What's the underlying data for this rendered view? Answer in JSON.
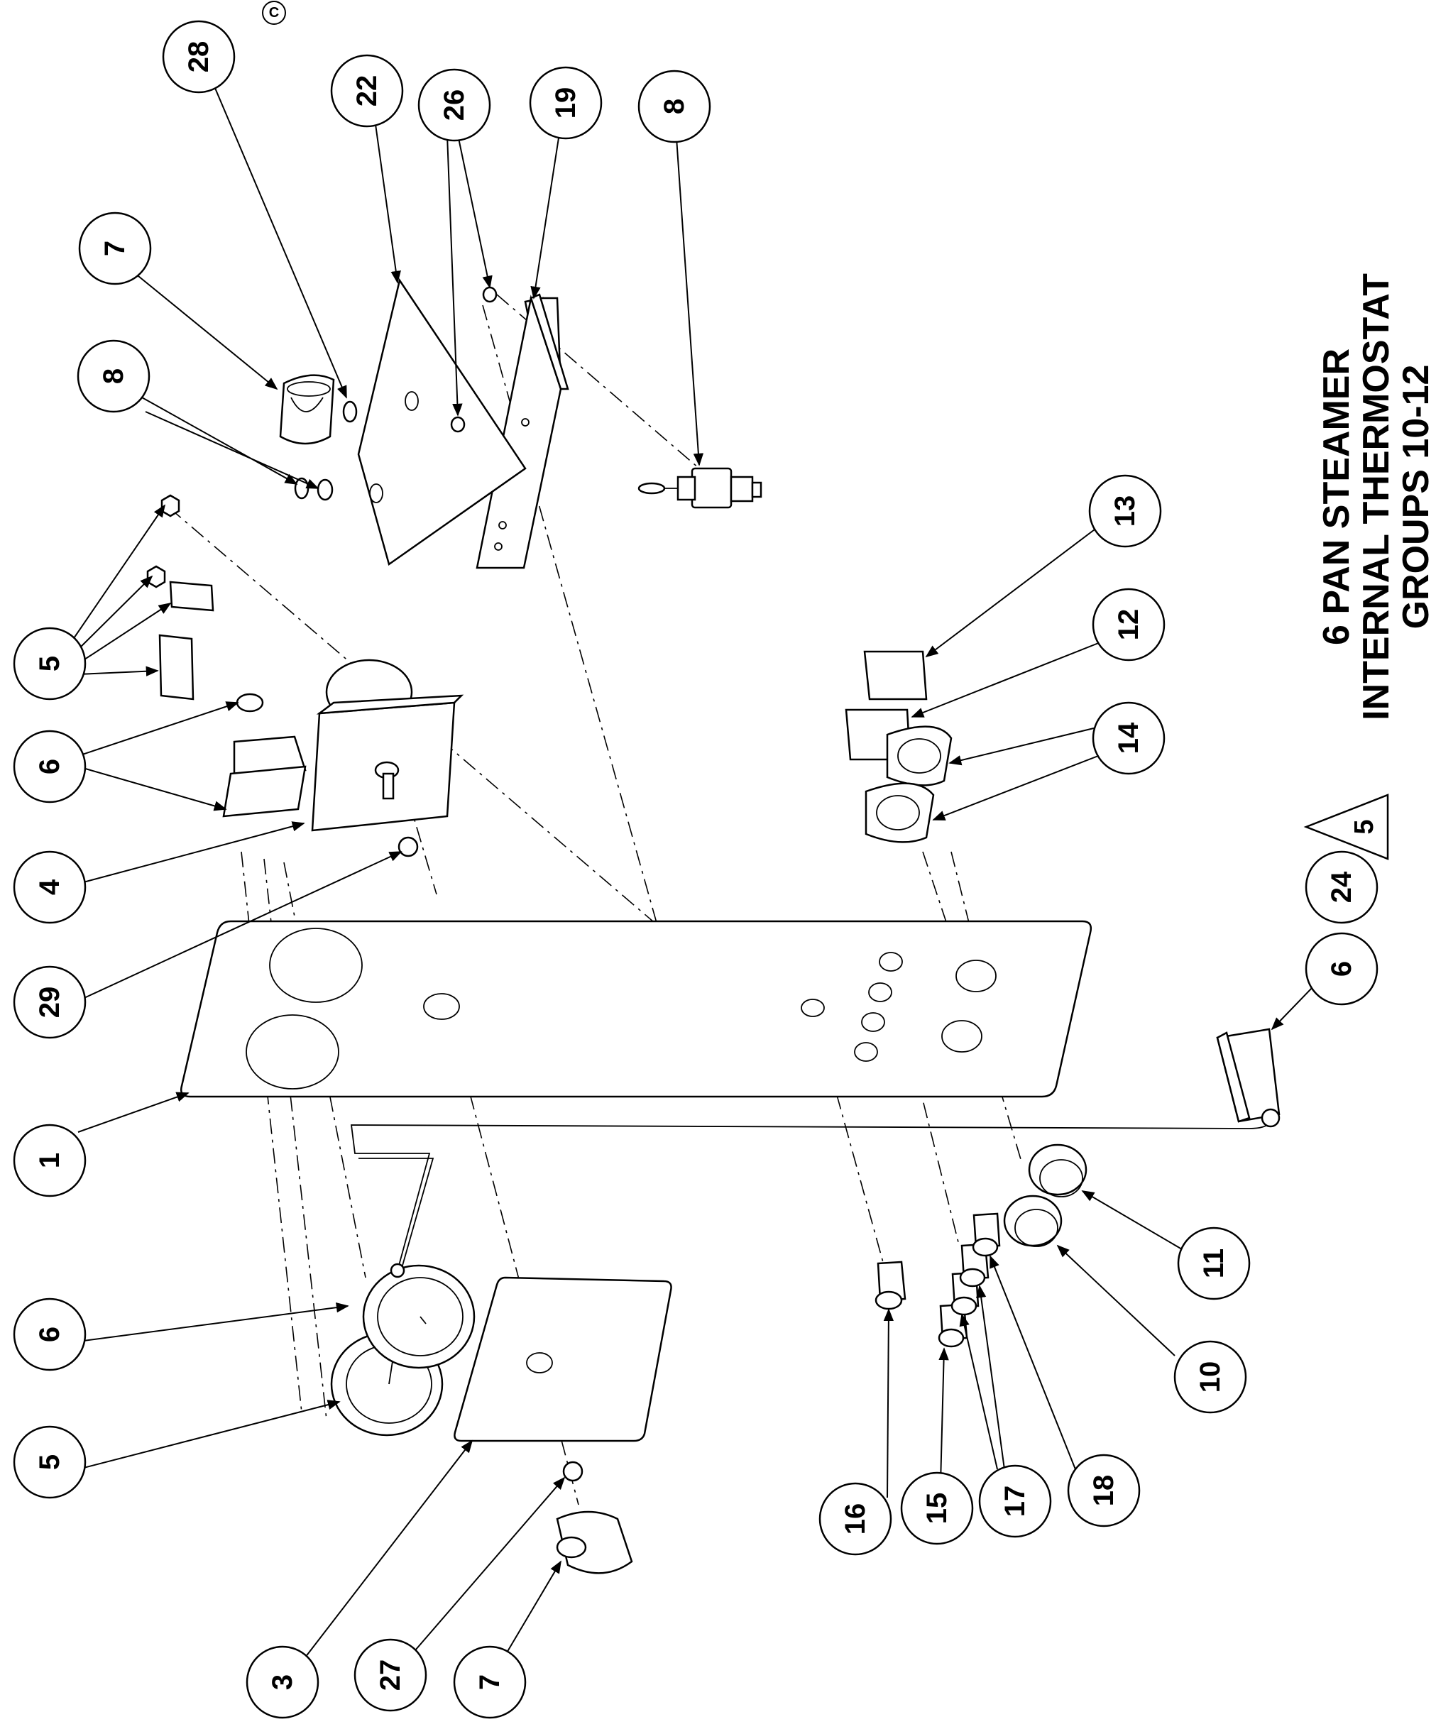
{
  "drawing": {
    "title_lines": [
      "6 PAN STEAMER",
      "INTERNAL THERMOSTAT",
      "GROUPS 10-12"
    ],
    "corner_mark": "C",
    "revision_triangle": "5",
    "callouts": [
      {
        "id": "c28",
        "label": "28"
      },
      {
        "id": "c22",
        "label": "22"
      },
      {
        "id": "c26",
        "label": "26"
      },
      {
        "id": "c19",
        "label": "19"
      },
      {
        "id": "c8top",
        "label": "8"
      },
      {
        "id": "c7top",
        "label": "7"
      },
      {
        "id": "c8mid",
        "label": "8"
      },
      {
        "id": "c5left",
        "label": "5"
      },
      {
        "id": "c6left",
        "label": "6"
      },
      {
        "id": "c4",
        "label": "4"
      },
      {
        "id": "c29",
        "label": "29"
      },
      {
        "id": "c1",
        "label": "1"
      },
      {
        "id": "c6low",
        "label": "6"
      },
      {
        "id": "c5low",
        "label": "5"
      },
      {
        "id": "c3",
        "label": "3"
      },
      {
        "id": "c27",
        "label": "27"
      },
      {
        "id": "c7low",
        "label": "7"
      },
      {
        "id": "c16",
        "label": "16"
      },
      {
        "id": "c15",
        "label": "15"
      },
      {
        "id": "c17",
        "label": "17"
      },
      {
        "id": "c18",
        "label": "18"
      },
      {
        "id": "c10",
        "label": "10"
      },
      {
        "id": "c11",
        "label": "11"
      },
      {
        "id": "c13",
        "label": "13"
      },
      {
        "id": "c12",
        "label": "12"
      },
      {
        "id": "c14",
        "label": "14"
      },
      {
        "id": "c24",
        "label": "24"
      },
      {
        "id": "c6right",
        "label": "6"
      }
    ]
  }
}
